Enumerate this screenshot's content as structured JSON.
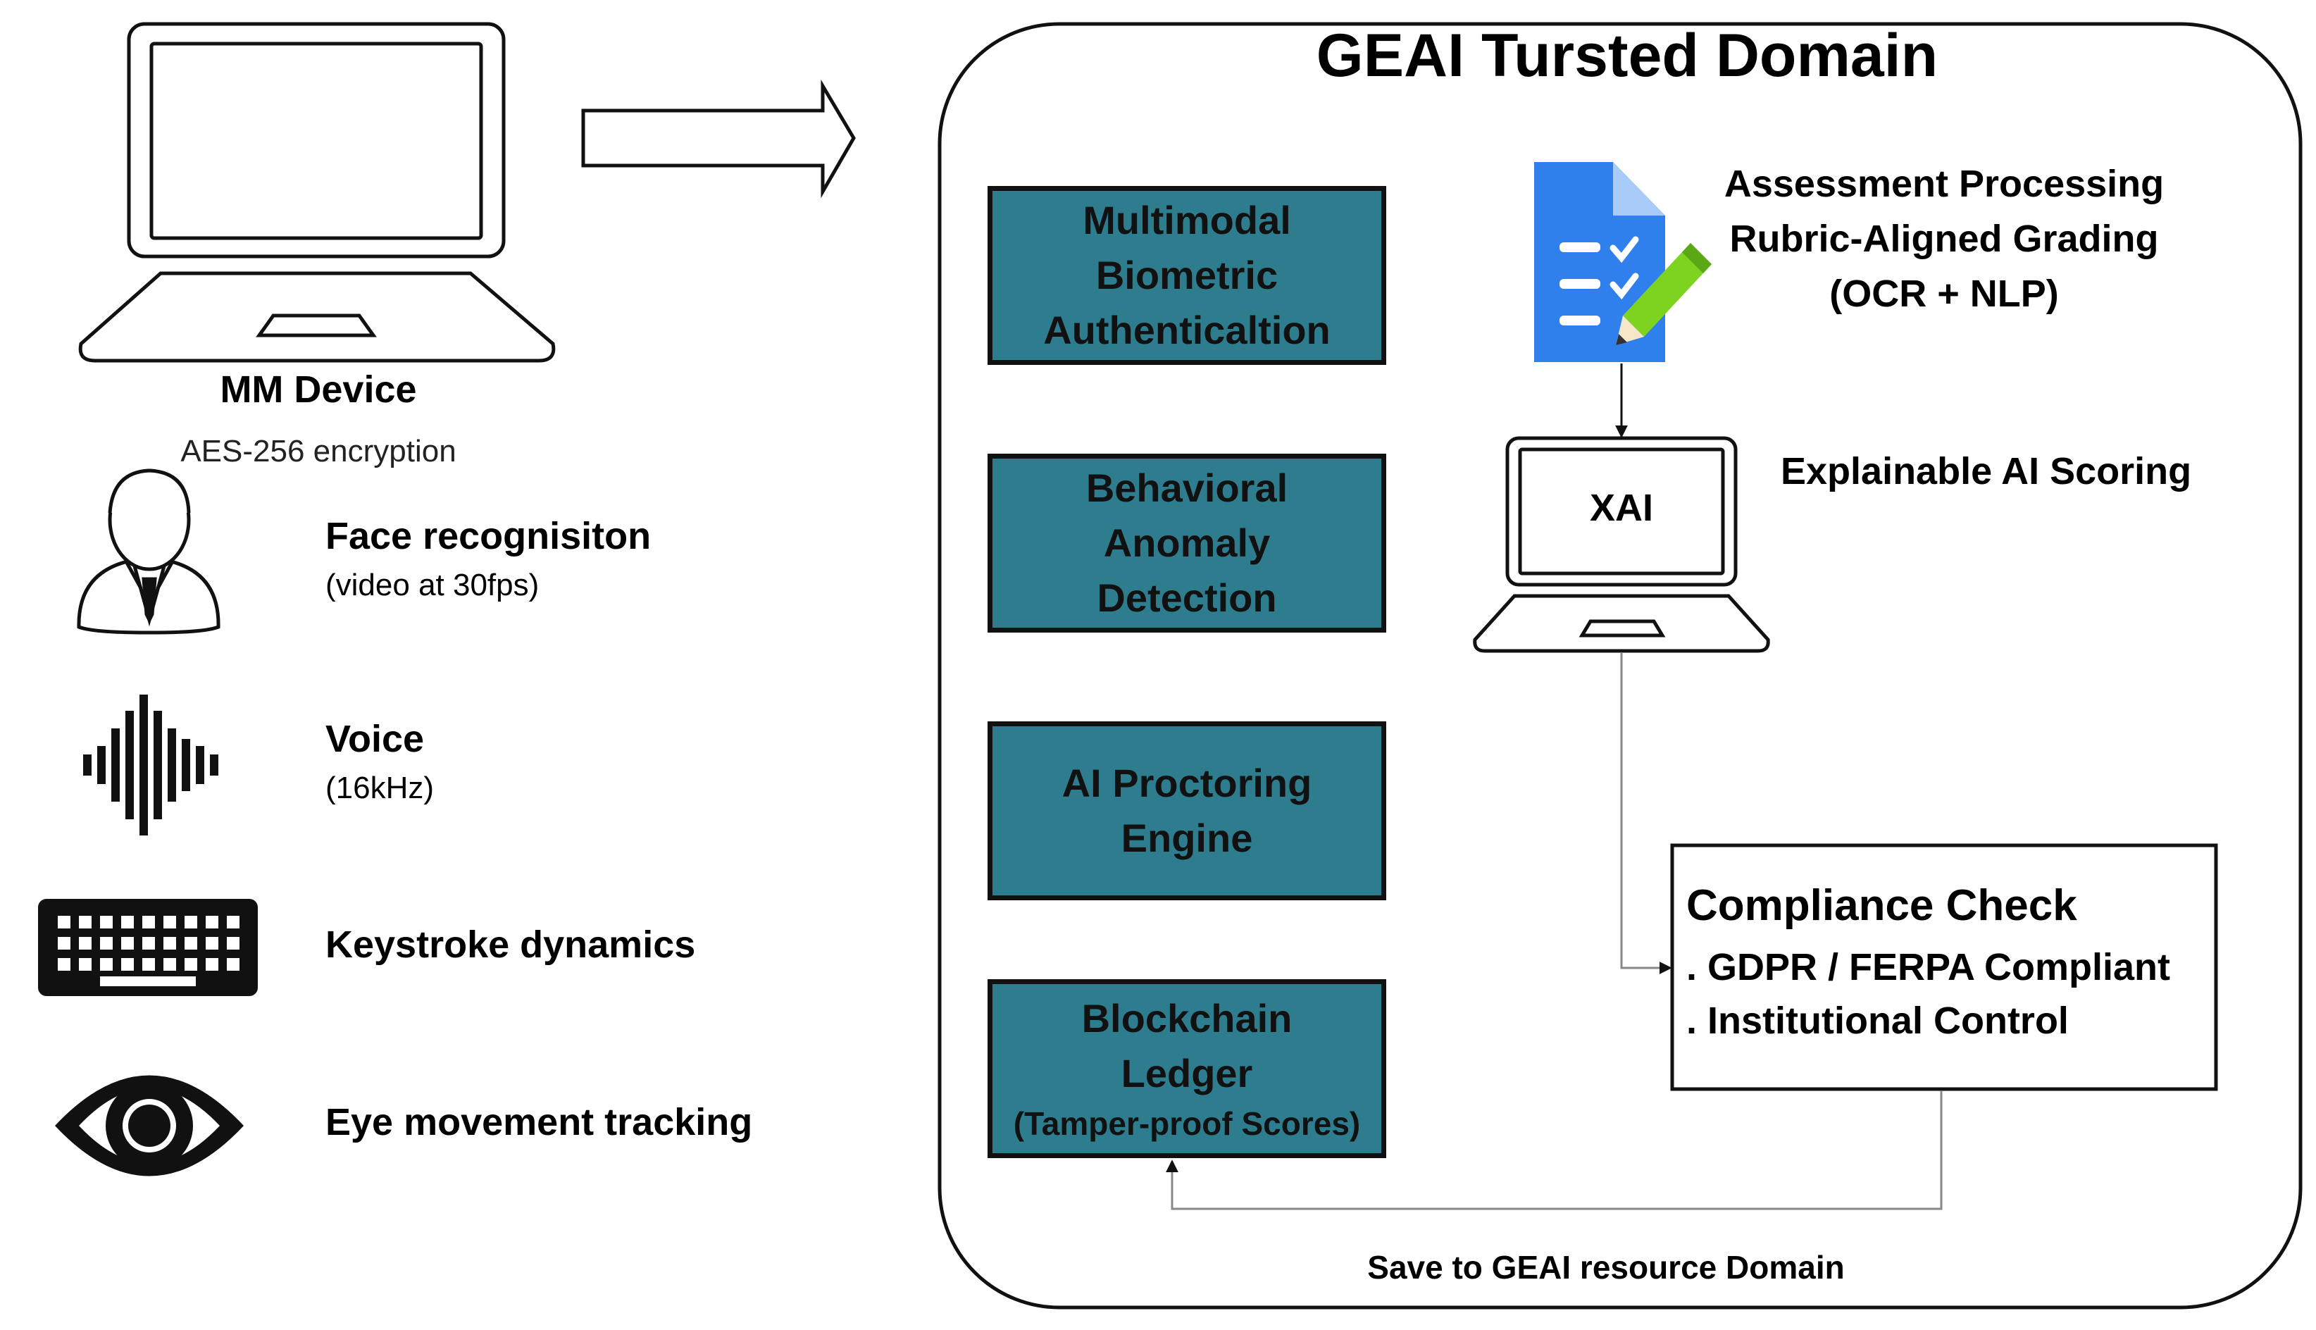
{
  "device": {
    "label": "MM Device",
    "encryption": "AES-256 encryption"
  },
  "inputs": [
    {
      "icon": "person-icon",
      "title": "Face recognisiton",
      "detail": "(video at 30fps)"
    },
    {
      "icon": "waveform-icon",
      "title": "Voice",
      "detail": "(16kHz)"
    },
    {
      "icon": "keyboard-icon",
      "title": "Keystroke dynamics",
      "detail": ""
    },
    {
      "icon": "eye-icon",
      "title": "Eye movement tracking",
      "detail": ""
    }
  ],
  "domain": {
    "title": "GEAI Tursted Domain",
    "footer": "Save to GEAI resource Domain"
  },
  "modules": [
    {
      "lines": [
        "Multimodal",
        "Biometric",
        "Authenticaltion"
      ]
    },
    {
      "lines": [
        "Behavioral",
        "Anomaly",
        "Detection"
      ]
    },
    {
      "lines": [
        "AI Proctoring",
        "Engine"
      ]
    },
    {
      "lines": [
        "Blockchain",
        "Ledger"
      ],
      "note": "(Tamper-proof Scores)"
    }
  ],
  "assessment": {
    "lines": [
      "Assessment Processing",
      "Rubric-Aligned Grading",
      "(OCR + NLP)"
    ]
  },
  "xai": {
    "screen_label": "XAI",
    "caption": "Explainable AI Scoring"
  },
  "compliance": {
    "title": "Compliance Check",
    "items": [
      ". GDPR / FERPA Compliant",
      ". Institutional Control"
    ]
  },
  "colors": {
    "module_fill": "#2e7d8f",
    "doc_blue": "#2f80ed",
    "pencil_green": "#7ed321"
  }
}
